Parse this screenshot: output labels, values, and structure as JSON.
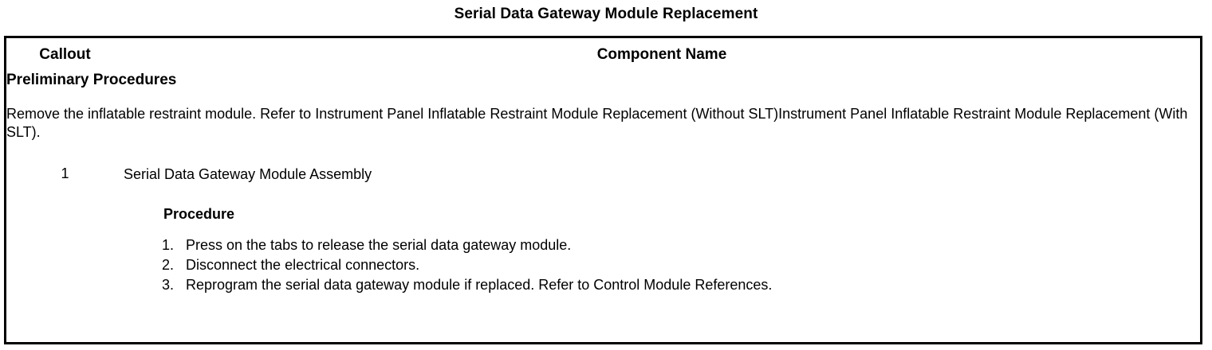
{
  "document": {
    "title": "Serial Data Gateway Module Replacement"
  },
  "table": {
    "headers": {
      "callout": "Callout",
      "component_name": "Component Name"
    },
    "preliminary": {
      "heading": "Preliminary Procedures",
      "text": "Remove the inflatable restraint module. Refer to Instrument Panel Inflatable Restraint Module Replacement (Without SLT)Instrument Panel Inflatable Restraint Module Replacement (With SLT)."
    },
    "rows": [
      {
        "callout": "1",
        "component_name": "Serial Data Gateway Module Assembly",
        "procedure_heading": "Procedure",
        "steps": [
          "Press on the tabs to release the serial data gateway module.",
          "Disconnect the electrical connectors.",
          "Reprogram the serial data gateway module if replaced. Refer to Control Module References."
        ]
      }
    ]
  }
}
